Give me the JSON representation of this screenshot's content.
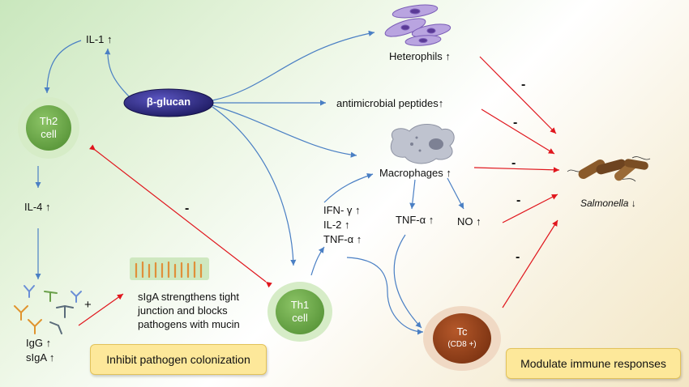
{
  "nodes": {
    "beta_glucan": "β-glucan",
    "il1": "IL-1 ↑",
    "th2": [
      "Th2",
      "cell"
    ],
    "il4": "IL-4 ↑",
    "igg": "IgG ↑",
    "siga": "sIgA ↑",
    "plus": "+",
    "siga_text": [
      "sIgA strengthens tight",
      "junction and blocks",
      "pathogens with mucin"
    ],
    "heterophils": "Heterophils ↑",
    "amp": "antimicrobial peptides↑",
    "macrophages": "Macrophages ↑",
    "ifn": "IFN- γ ↑",
    "il2": "IL-2 ↑",
    "tnf1": "TNF-α ↑",
    "tnf2": "TNF-α ↑",
    "no": "NO ↑",
    "th1": [
      "Th1",
      "cell"
    ],
    "tc": "Tc",
    "tc_sub": "(CD8 +)",
    "salmonella": "Salmonella",
    "salmonella_arrow": "↓",
    "minus": "-"
  },
  "boxes": {
    "inhibit": "Inhibit pathogen colonization",
    "modulate": "Modulate immune responses"
  },
  "colors": {
    "blue_arrow": "#4a7fc4",
    "red_arrow": "#e0161d",
    "glucan": "#2e2b86",
    "th": "#6aa04a",
    "tc": "#8b3a12",
    "box": "#fde89a"
  }
}
